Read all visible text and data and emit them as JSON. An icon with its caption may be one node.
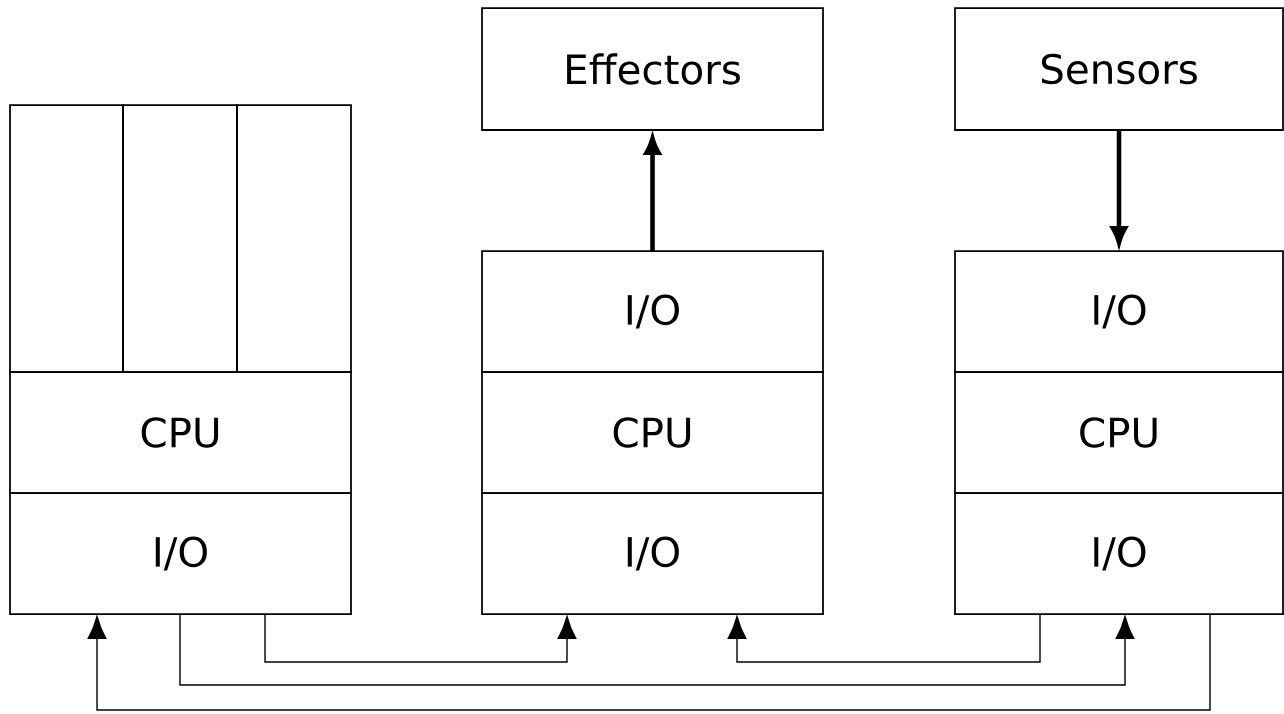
{
  "diagram": {
    "nodes": [
      {
        "text": [],
        "shape": "box"
      },
      {
        "text": [],
        "shape": "box"
      },
      {
        "text": [],
        "shape": "box"
      },
      {
        "text": [
          "CPU"
        ]
      },
      {
        "text": [
          "I/O"
        ]
      },
      {
        "text": [
          "Effectors"
        ]
      },
      {
        "text": [
          "I/O"
        ]
      },
      {
        "text": [
          "CPU"
        ]
      },
      {
        "text": [
          "I/O"
        ]
      },
      {
        "text": [
          "Sensors"
        ]
      },
      {
        "text": [
          "I/O"
        ]
      },
      {
        "text": [
          "CPU"
        ]
      },
      {
        "text": [
          "I/O"
        ]
      }
    ],
    "edges": [
      {
        "from": 6,
        "to": 5,
        "arrow": "to",
        "style": "thick"
      },
      {
        "from": 9,
        "to": 10,
        "arrow": "to",
        "style": "thick"
      },
      {
        "from": 4,
        "to": 8,
        "arrow": "to"
      },
      {
        "from": 4,
        "to": 12,
        "arrow": "to"
      },
      {
        "from": 12,
        "to": 8,
        "arrow": "to"
      },
      {
        "from": 12,
        "to": 4,
        "arrow": "to"
      }
    ]
  }
}
